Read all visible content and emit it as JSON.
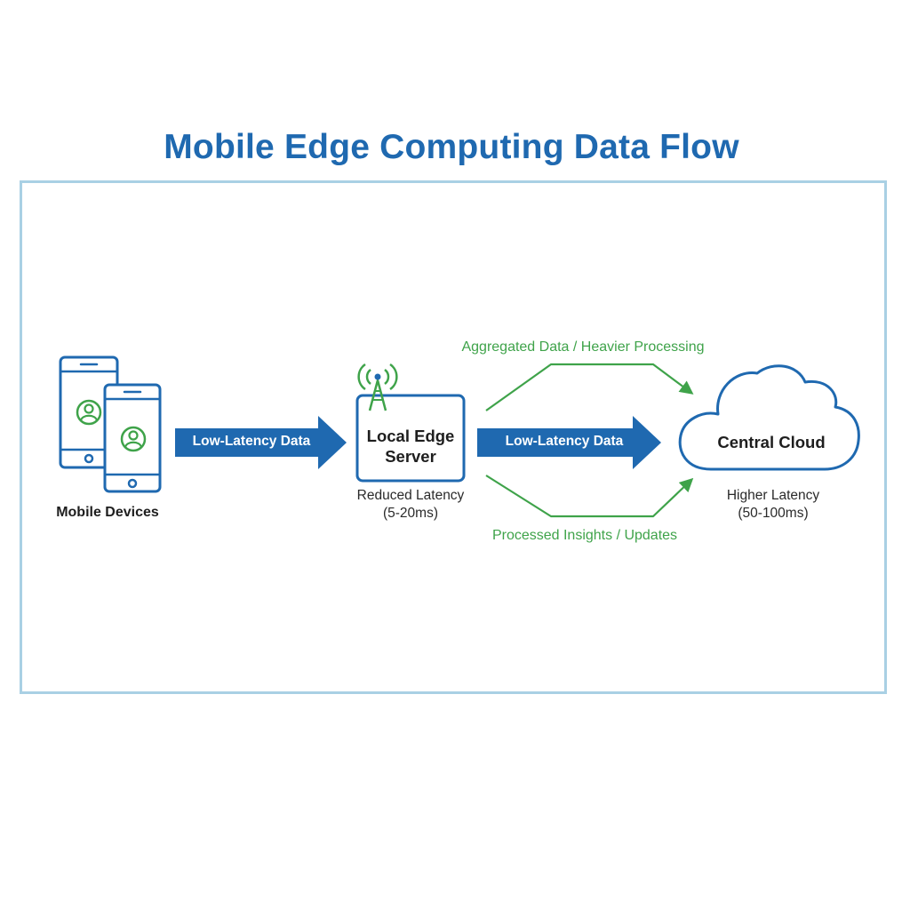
{
  "title": "Mobile Edge Computing Data Flow",
  "nodes": {
    "devices": {
      "label": "Mobile Devices"
    },
    "edge": {
      "label_line1": "Local Edge",
      "label_line2": "Server",
      "latency_line1": "Reduced Latency",
      "latency_line2": "(5-20ms)"
    },
    "cloud": {
      "label": "Central Cloud",
      "latency_line1": "Higher Latency",
      "latency_line2": "(50-100ms)"
    }
  },
  "flows": {
    "devices_to_edge": "Low-Latency Data",
    "edge_to_cloud": "Low-Latency Data",
    "upper": "Aggregated Data / Heavier Processing",
    "lower": "Processed Insights / Updates"
  },
  "colors": {
    "title": "#1f69b0",
    "primary_blue": "#1f69b0",
    "accent_green": "#3fa34a",
    "frame_border": "#a9d0e4"
  },
  "icons": [
    "smartphone-icon",
    "user-avatar-icon",
    "antenna-tower-icon",
    "cloud-icon",
    "arrow-right-icon"
  ]
}
